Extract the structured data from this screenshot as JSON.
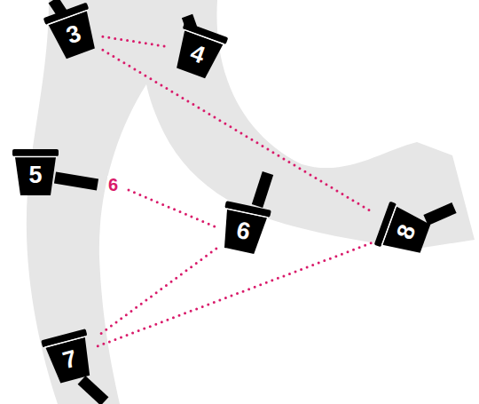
{
  "diagram": {
    "nodes": [
      {
        "text": [
          "3"
        ]
      },
      {
        "text": [
          "4"
        ]
      },
      {
        "text": [
          "5"
        ]
      },
      {
        "text": [
          "6"
        ]
      },
      {
        "text": [
          "7"
        ]
      },
      {
        "text": [
          "8"
        ]
      }
    ],
    "edges": [
      {
        "from": 0,
        "to": 1,
        "arrow": "none"
      },
      {
        "from": 0,
        "to": 5,
        "arrow": "none"
      },
      {
        "from": 3,
        "to": 4,
        "arrow": "none"
      },
      {
        "from": 4,
        "to": 5,
        "arrow": "none"
      }
    ],
    "labels": [
      "6"
    ]
  }
}
